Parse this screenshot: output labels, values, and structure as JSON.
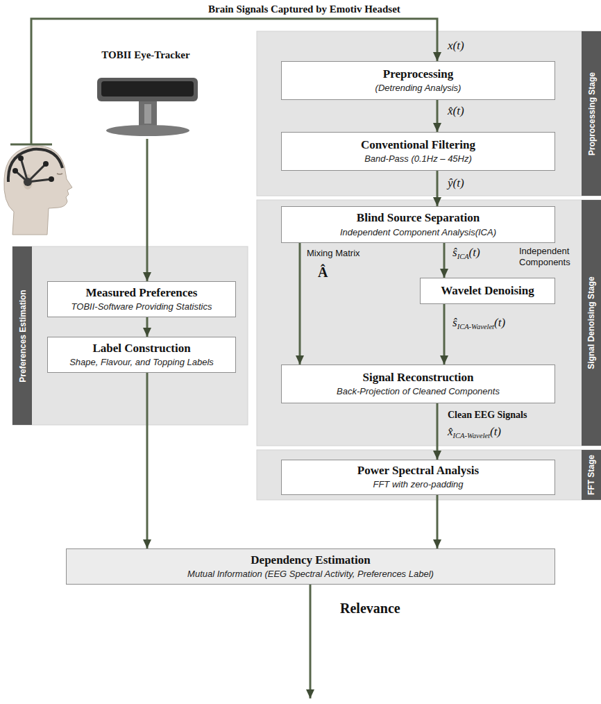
{
  "diagram": {
    "nodes": [
      {
        "text": [
          "TOBII Eye-Tracker"
        ]
      },
      {
        "text": [
          "Preferences Estimation"
        ]
      },
      {
        "text": [
          "Measured Preferences",
          "TOBII-Software Providing Statistics"
        ],
        "in": 1
      },
      {
        "text": [
          "Label Construction",
          "Shape, Flavour, and Topping Labels"
        ],
        "in": 1
      },
      {
        "text": [
          "Proprocessing Stage"
        ]
      },
      {
        "text": [
          "Preprocessing",
          "(Detrending Analysis)"
        ],
        "in": 4
      },
      {
        "text": [
          "Conventional Filtering",
          "Band-Pass (0.1Hz – 45Hz)"
        ],
        "in": 4
      },
      {
        "text": [
          "Signal Denoising Stage"
        ]
      },
      {
        "text": [
          "Blind Source Separation",
          "Independent Component Analysis(ICA)"
        ],
        "in": 7
      },
      {
        "text": [
          "Wavelet Denoising"
        ],
        "in": 7
      },
      {
        "text": [
          "Signal Reconstruction",
          "Back-Projection of Cleaned Components"
        ],
        "in": 7
      },
      {
        "text": [
          "FFT Stage"
        ]
      },
      {
        "text": [
          "Power Spectral Analysis",
          "FFT with zero-padding"
        ],
        "in": 11
      },
      {
        "text": [
          "Dependency Estimation",
          "Mutual Information (EEG Spectral Activity, Preferences Label)"
        ]
      }
    ],
    "edges": [
      {
        "from": 0,
        "to": 2,
        "arrow": "to"
      },
      {
        "from": 2,
        "to": 3,
        "arrow": "to"
      },
      {
        "from": 3,
        "to": 13,
        "arrow": "to"
      },
      {
        "from": 5,
        "to": 6,
        "arrow": "to",
        "label": "x̂(t)"
      },
      {
        "from": 6,
        "to": 8,
        "arrow": "to",
        "label": "ŷ(t)"
      },
      {
        "from": 8,
        "to": 9,
        "arrow": "to",
        "label": "ŝICA(t)"
      },
      {
        "from": 8,
        "to": 10,
        "arrow": "to",
        "label": "Mixing Matrix"
      },
      {
        "from": 9,
        "to": 10,
        "arrow": "to",
        "label": "ŝICA-Wavelet(t)"
      },
      {
        "from": 10,
        "to": 12,
        "arrow": "to",
        "label": "Clean EEG Signals"
      },
      {
        "from": 12,
        "to": 13,
        "arrow": "to"
      }
    ],
    "labels": [
      "Brain Signals Captured by Emotiv Headset",
      "x(t)",
      "Independent Components",
      "Â",
      "x̂ICA-Wavelet(t)",
      "Relevance"
    ]
  }
}
